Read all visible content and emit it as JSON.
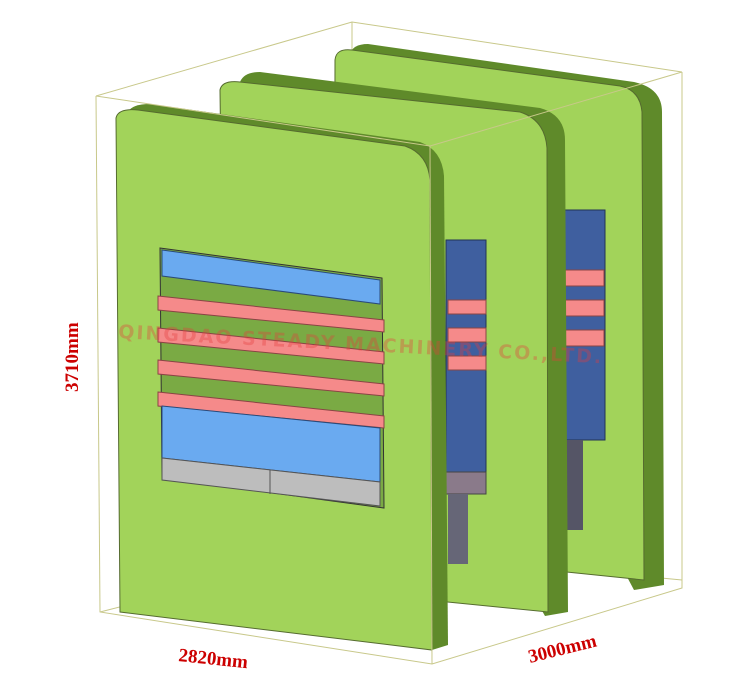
{
  "dimensions": {
    "height": "3710mm",
    "width": "2820mm",
    "depth": "3000mm"
  },
  "watermark": "QINGDAO STEADY MACHINERY CO.,LTD.",
  "colors": {
    "frame_face": "#a2d35a",
    "frame_edge": "#5f8a2a",
    "platen_blue": "#6aaaf0",
    "platen_red": "#f58a8a",
    "cylinder_gray": "#bdbdbd",
    "dark_block": "#3f5f9f",
    "bounding_box": "#c8c88a",
    "dimension_text": "#cc0000"
  }
}
